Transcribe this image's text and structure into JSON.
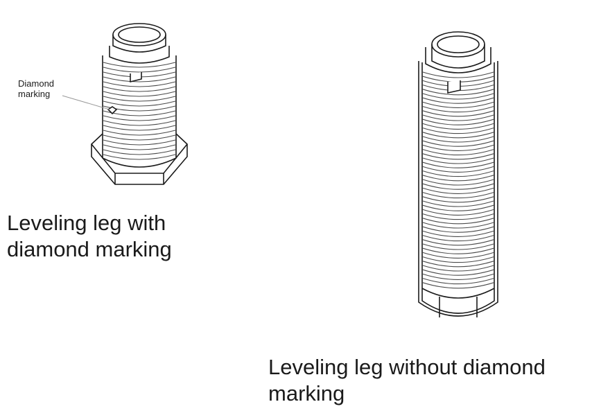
{
  "figures": [
    {
      "caption": "Leveling leg with diamond marking",
      "callout": "Diamond marking"
    },
    {
      "caption": "Leveling leg without diamond marking"
    }
  ],
  "colors": {
    "line": "#1a1a1a",
    "thread": "#4a4a4a",
    "background": "#ffffff"
  }
}
